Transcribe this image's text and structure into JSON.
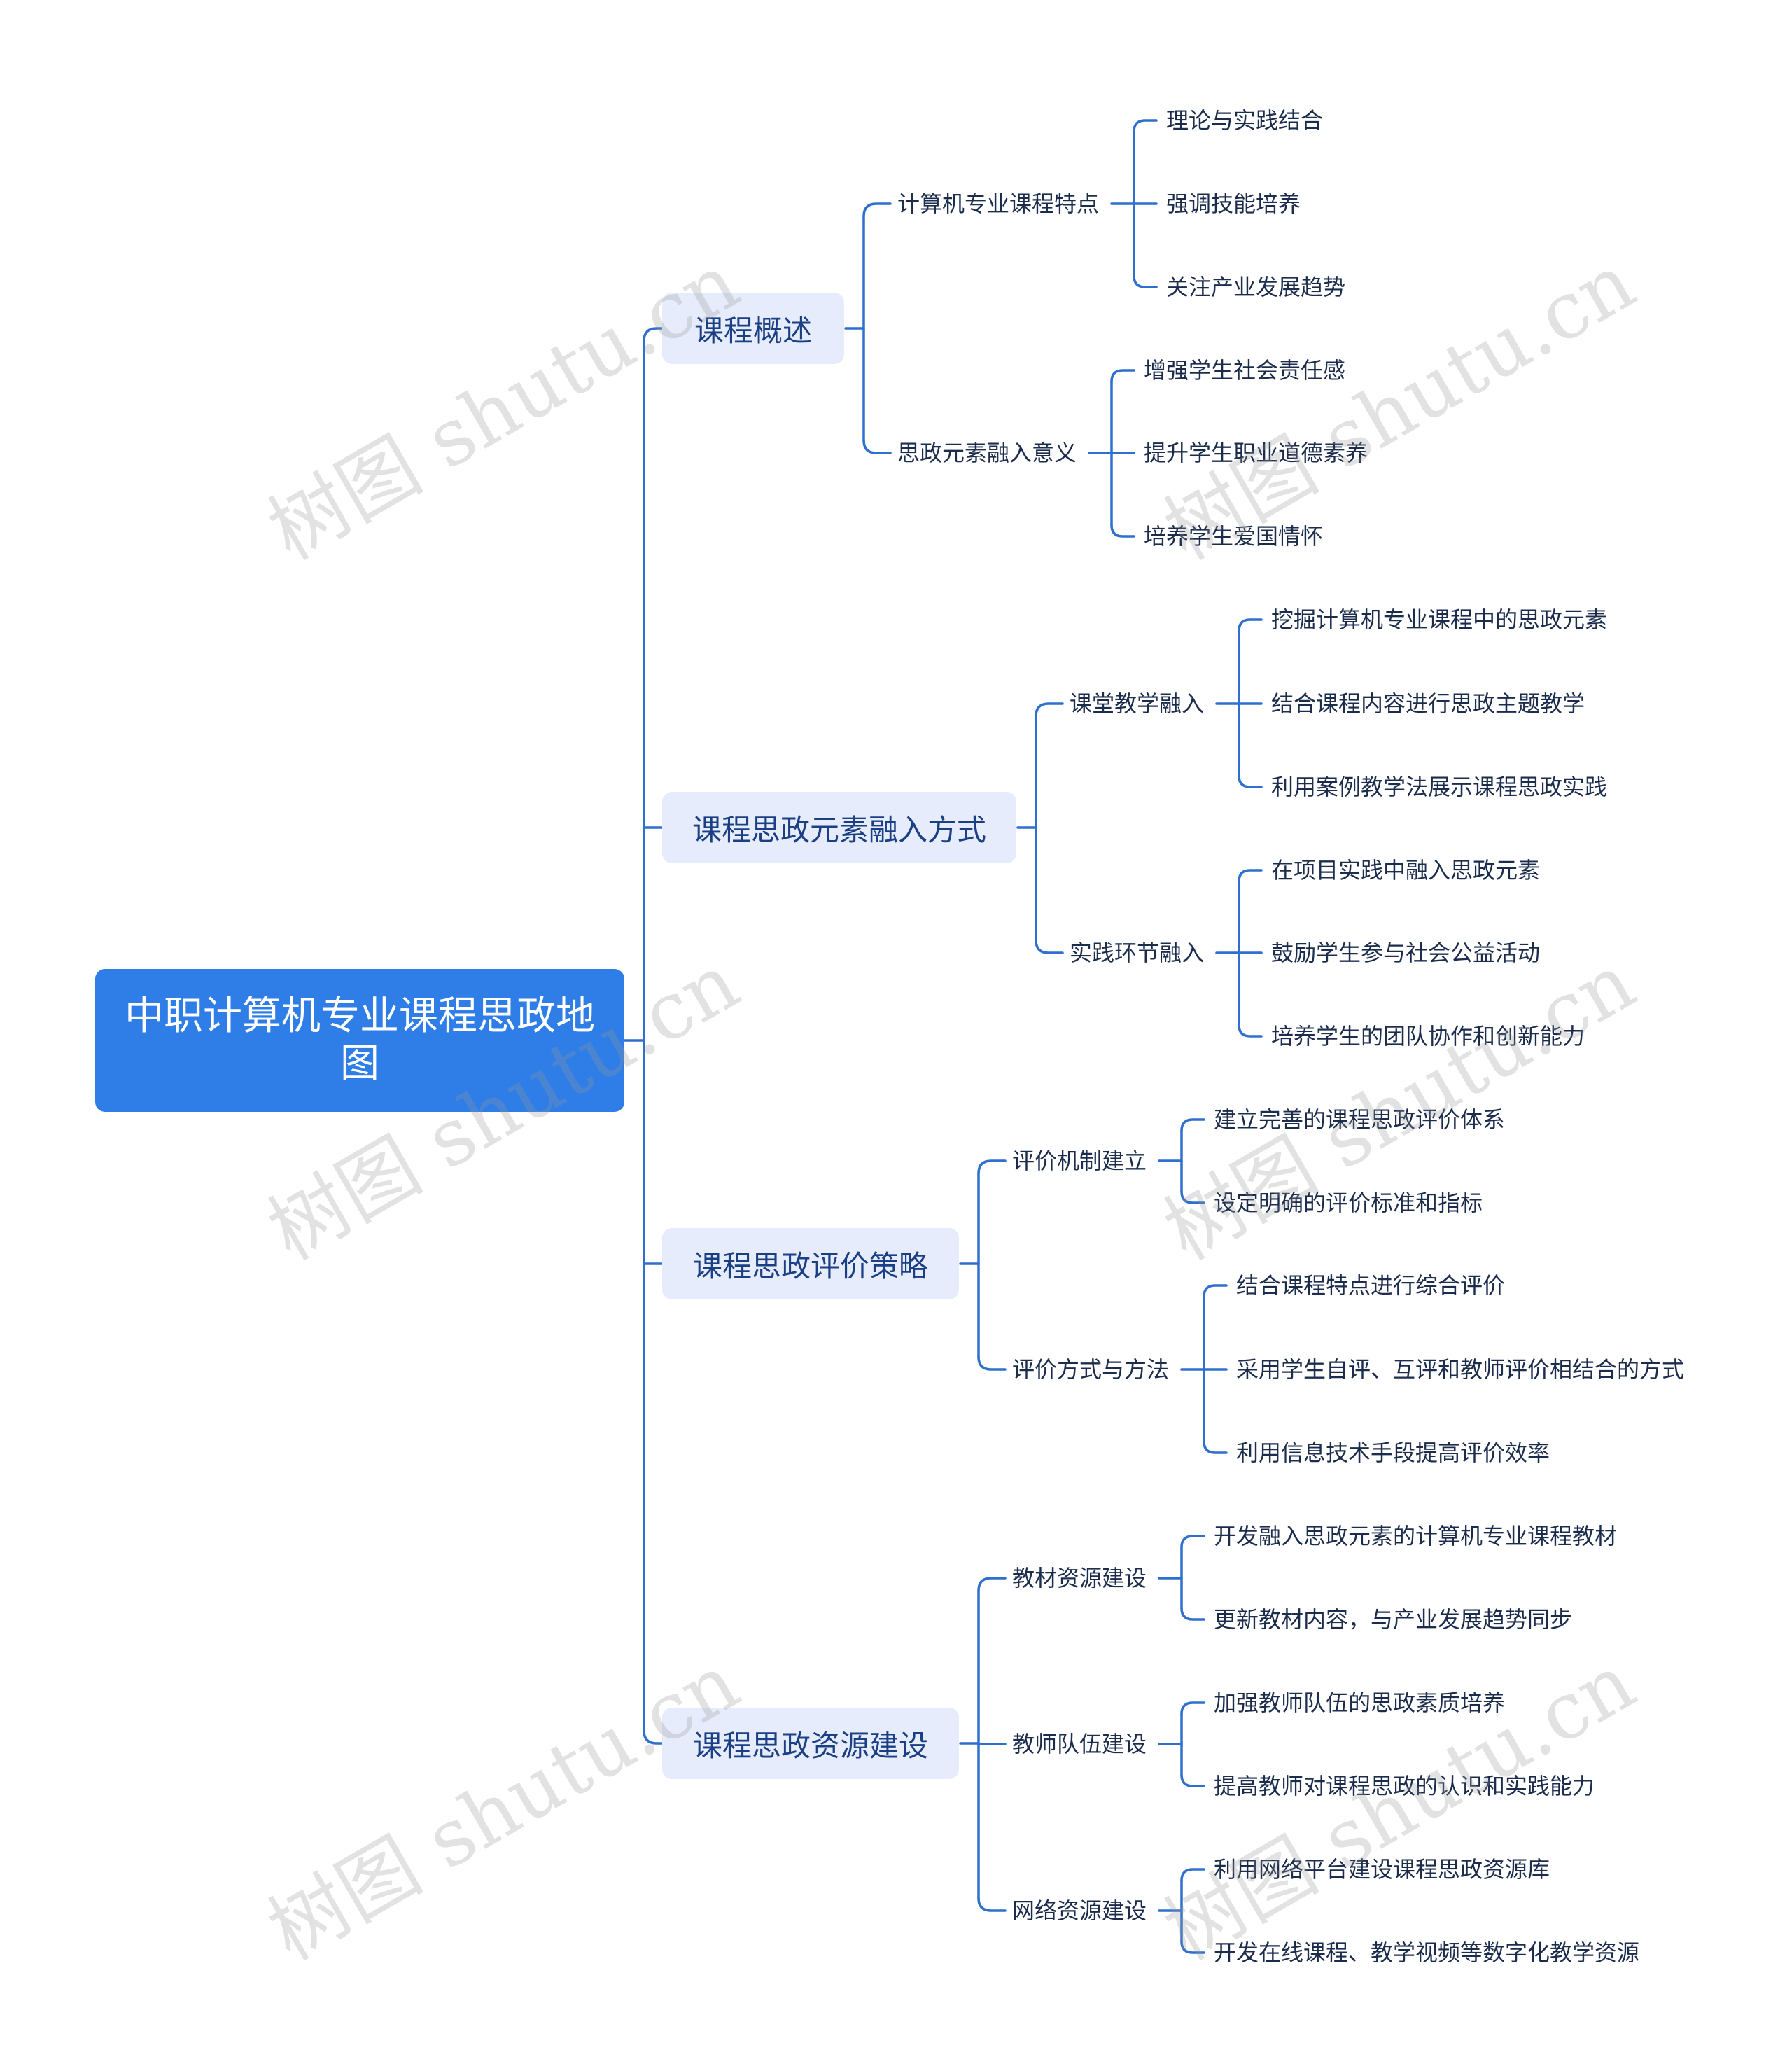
{
  "root": {
    "title": "中职计算机专业课程思政地图"
  },
  "watermark": "树图 shutu.cn",
  "colors": {
    "root_fill": "#2f7ee8",
    "branch_fill": "#e6ecfb",
    "line": "#2f6fce",
    "text": "#1b2c4d"
  },
  "branches": [
    {
      "label": "课程概述",
      "children": [
        {
          "label": "计算机专业课程特点",
          "children": [
            "理论与实践结合",
            "强调技能培养",
            "关注产业发展趋势"
          ]
        },
        {
          "label": "思政元素融入意义",
          "children": [
            "增强学生社会责任感",
            "提升学生职业道德素养",
            "培养学生爱国情怀"
          ]
        }
      ]
    },
    {
      "label": "课程思政元素融入方式",
      "children": [
        {
          "label": "课堂教学融入",
          "children": [
            "挖掘计算机专业课程中的思政元素",
            "结合课程内容进行思政主题教学",
            "利用案例教学法展示课程思政实践"
          ]
        },
        {
          "label": "实践环节融入",
          "children": [
            "在项目实践中融入思政元素",
            "鼓励学生参与社会公益活动",
            "培养学生的团队协作和创新能力"
          ]
        }
      ]
    },
    {
      "label": "课程思政评价策略",
      "children": [
        {
          "label": "评价机制建立",
          "children": [
            "建立完善的课程思政评价体系",
            "设定明确的评价标准和指标"
          ]
        },
        {
          "label": "评价方式与方法",
          "children": [
            "结合课程特点进行综合评价",
            "采用学生自评、互评和教师评价相结合的方式",
            "利用信息技术手段提高评价效率"
          ]
        }
      ]
    },
    {
      "label": "课程思政资源建设",
      "children": [
        {
          "label": "教材资源建设",
          "children": [
            "开发融入思政元素的计算机专业课程教材",
            "更新教材内容，与产业发展趋势同步"
          ]
        },
        {
          "label": "教师队伍建设",
          "children": [
            "加强教师队伍的思政素质培养",
            "提高教师对课程思政的认识和实践能力"
          ]
        },
        {
          "label": "网络资源建设",
          "children": [
            "利用网络平台建设课程思政资源库",
            "开发在线课程、教学视频等数字化教学资源"
          ]
        }
      ]
    }
  ]
}
